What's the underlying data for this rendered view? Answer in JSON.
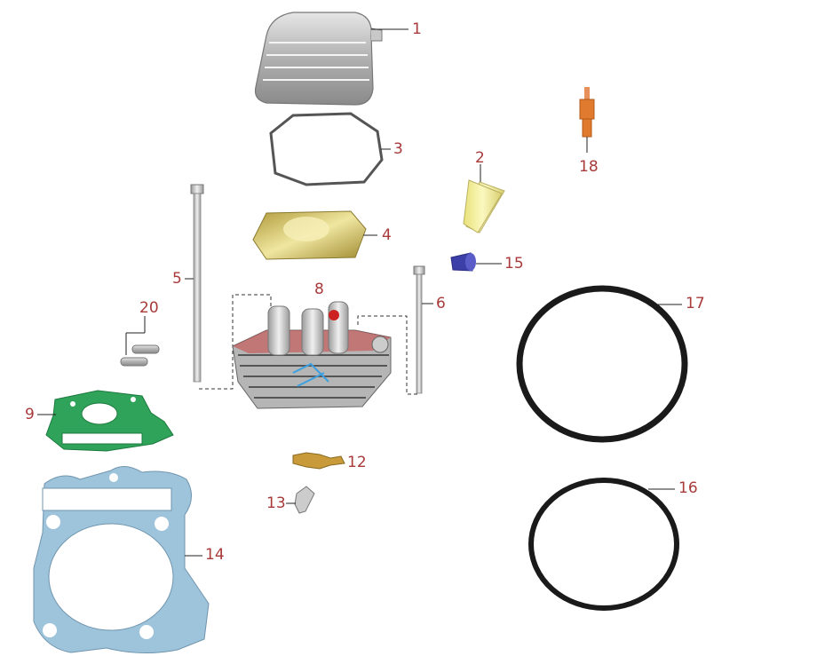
{
  "diagram": {
    "type": "exploded-parts-diagram",
    "subject": "cylinder head assembly",
    "label_color": "#a83a3a",
    "parts": [
      {
        "number": "1",
        "name": "cylinder head cover",
        "color": "#b8b8b8"
      },
      {
        "number": "2",
        "name": "intake pipe",
        "color": "#f2ef9a"
      },
      {
        "number": "3",
        "name": "head cover gasket",
        "color": "#555555"
      },
      {
        "number": "4",
        "name": "oil guide plate",
        "color": "#c6b35a"
      },
      {
        "number": "5",
        "name": "long stud bolt",
        "color": "#bbbbbb"
      },
      {
        "number": "6",
        "name": "short stud bolt",
        "color": "#bbbbbb"
      },
      {
        "number": "8",
        "name": "cylinder head",
        "color": "#c0c0c0"
      },
      {
        "number": "9",
        "name": "cylinder head gasket",
        "color": "#2fa35a"
      },
      {
        "number": "12",
        "name": "temperature sensor",
        "color": "#c99a3a"
      },
      {
        "number": "13",
        "name": "elbow fitting",
        "color": "#cccccc"
      },
      {
        "number": "14",
        "name": "cylinder base gasket",
        "color": "#9ec4dc"
      },
      {
        "number": "15",
        "name": "cap",
        "color": "#3d3fa8"
      },
      {
        "number": "16",
        "name": "small o-ring",
        "color": "#1a1a1a"
      },
      {
        "number": "17",
        "name": "large o-ring",
        "color": "#1a1a1a"
      },
      {
        "number": "18",
        "name": "spark plug",
        "color": "#e07a2e"
      },
      {
        "number": "20",
        "name": "dowel pins",
        "color": "#aaaaaa"
      }
    ]
  }
}
